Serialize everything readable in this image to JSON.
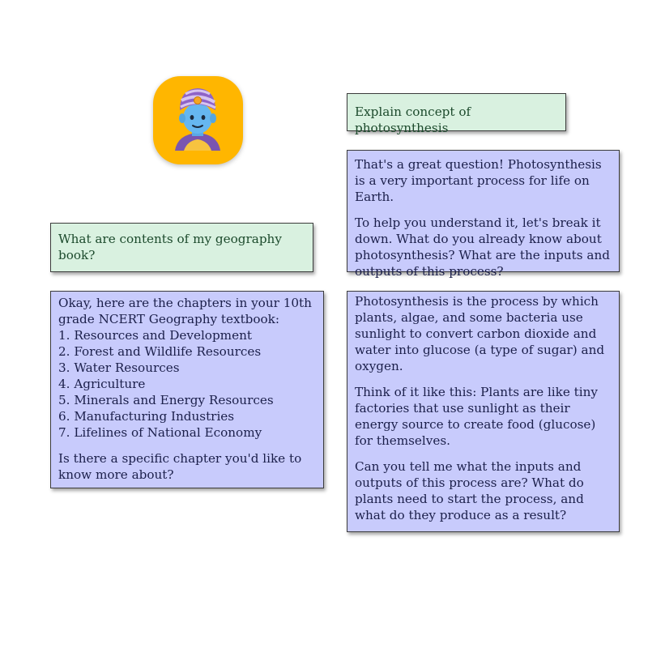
{
  "avatar": {
    "icon": "genie-icon",
    "bg_color": "#ffb600"
  },
  "conversation": {
    "geography_question": {
      "text": "What are contents of my geography book?"
    },
    "geography_answer": {
      "intro": "Okay, here are the chapters in your 10th grade NCERT Geography textbook:",
      "chapters": [
        "1. Resources and Development",
        "2. Forest and Wildlife Resources",
        "3. Water Resources",
        "4. Agriculture",
        "5. Minerals and Energy Resources",
        "6. Manufacturing Industries",
        "7. Lifelines of National Economy"
      ],
      "followup": "Is there a specific chapter you'd like to know more about?"
    },
    "photosynthesis_question": {
      "text": "Explain concept of photosynthesis"
    },
    "photosynthesis_answer_1": {
      "paragraphs": [
        "That's a great question! Photosynthesis is a very important process for life on Earth.",
        "To help you understand it, let's break it down. What do you already know about photosynthesis? What are the inputs and outputs of this process?"
      ]
    },
    "photosynthesis_answer_2": {
      "paragraphs": [
        "Photosynthesis is the process by which plants, algae, and some bacteria use sunlight to convert carbon dioxide and water into glucose (a type of sugar) and oxygen.",
        "Think of it like this: Plants are like tiny factories that use sunlight as their energy source to create food (glucose) for themselves.",
        "Can you tell me what the inputs and outputs of this process are? What do plants need to start the process, and what do they produce as a result?"
      ]
    }
  },
  "colors": {
    "user_bubble": "#d9f1e0",
    "bot_bubble": "#c8cbfc",
    "user_text": "#1c4a2c",
    "bot_text": "#1b1f4a"
  }
}
